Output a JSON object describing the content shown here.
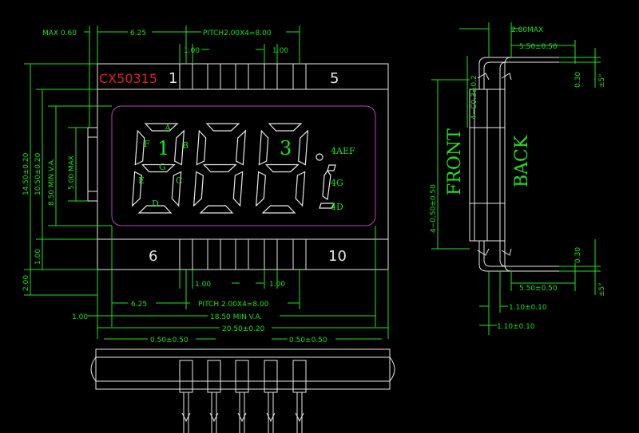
{
  "part_number": "CX50315",
  "pin_labels": {
    "pin_1": "1",
    "pin_5": "5",
    "pin_6": "6",
    "pin_10": "10"
  },
  "segment_labels": {
    "a": "A",
    "b": "B",
    "c": "C",
    "d": "D",
    "e": "E",
    "f": "F",
    "g": "G"
  },
  "digit_labels": {
    "digit_1": "1",
    "digit_3": "3"
  },
  "symbol_labels": {
    "s1": "4AEF",
    "s2": "4G",
    "s3": "4D"
  },
  "view_labels": {
    "front": "FRONT",
    "back": "BACK"
  },
  "dimensions": {
    "max_060": "MAX  0.60",
    "d625_top": "6.25",
    "pitch_top": "PITCH2.00X4=8.00",
    "d100_top_left": "1.00",
    "d100_top_right": "1.00",
    "h1450": "14.50±0.20",
    "h1050": "10.50±0.20",
    "h850": "8.50  MIN  V.A.",
    "h500": "5.00  MAX",
    "v100_left": "1.00",
    "v200": "2.00",
    "d100_bot_left": "1.00",
    "d100_bot_right": "1.00",
    "d625_bot": "6.25",
    "pitch_bot": "PITCH  2.00X4=8.00",
    "d100_far_left": "1.00",
    "d1850": "18.50  MIN  V.A.",
    "d2050": "20.50±0.20",
    "pin_w_left": "0.50±0.50",
    "pin_w_right": "0.50±0.50",
    "d280max": "2.80MAX",
    "d550_top": "5.50±0.50",
    "d4_03": "4−C0.3±0.2",
    "d030_top": "0.30",
    "d5deg_top": "±5°",
    "d4_050": "4−0.50±0.50",
    "d030_bot": "0.30",
    "d5deg_bot": "±5°",
    "d550_bot": "5.50±0.50",
    "d110_a": "1.10±0.10",
    "d110_b": "1.10±0.10"
  }
}
